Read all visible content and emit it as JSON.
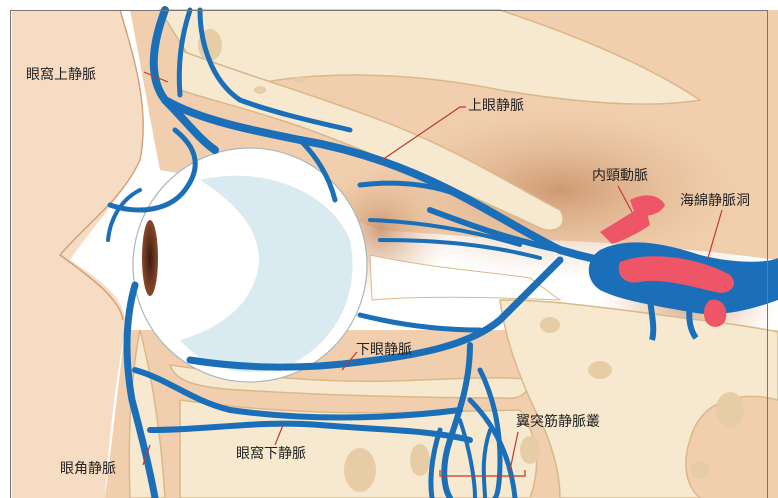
{
  "labels": {
    "supraorbital_vein": "眼窩上静脈",
    "superior_ophthalmic_vein": "上眼静脈",
    "internal_carotid_artery": "内頸動脈",
    "cavernous_sinus": "海綿静脈洞",
    "inferior_ophthalmic_vein": "下眼静脈",
    "pterygoid_plexus": "翼突筋静脈叢",
    "angular_vein": "眼角静脈",
    "infraorbital_vein": "眼窩下静脈"
  },
  "colors": {
    "vein": "#1a6fb8",
    "artery": "#ee5566",
    "bone": "#f7e9cf",
    "bone_edge": "#d9b88a",
    "skin": "#f2cfae",
    "shadow": "#d7a37b",
    "eyeball": "#ffffff",
    "eye_tint": "#cfe6ee",
    "leader": "#c0392b"
  }
}
